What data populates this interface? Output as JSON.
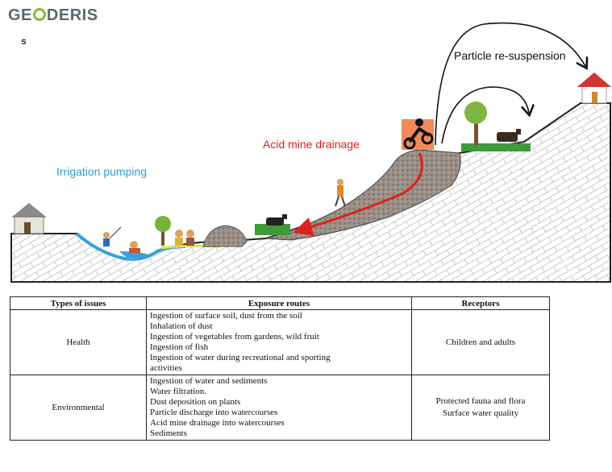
{
  "logo": {
    "prefix": "GE",
    "suffix": "DERIS",
    "sub": "s"
  },
  "diagram": {
    "labels": {
      "irrigation": "Irrigation pumping",
      "acid": "Acid mine drainage",
      "particle": "Particle re-suspension"
    },
    "colors": {
      "irrigation": "#2aa0d8",
      "acid": "#e0201b",
      "water": "#3aa0dc"
    }
  },
  "table": {
    "headers": [
      "Types of issues",
      "Exposure routes",
      "Receptors"
    ],
    "rows": [
      {
        "type": "Health",
        "routes": [
          "Ingestion of surface soil, dust from the soil",
          "Inhalation of dust",
          "Ingestion of vegetables from gardens, wild fruit",
          "Ingestion of fish",
          "Ingestion of water during recreational and sporting",
          "activities"
        ],
        "receptors": [
          "Children and adults"
        ]
      },
      {
        "type": "Environmental",
        "routes": [
          "Ingestion of water and sediments",
          "Water filtration.",
          "Dust deposition on plants",
          "Particle discharge into watercourses",
          "Acid mine drainage into watercourses",
          "Sediments"
        ],
        "receptors": [
          "Protected fauna and flora",
          "Surface water quality"
        ]
      }
    ]
  }
}
